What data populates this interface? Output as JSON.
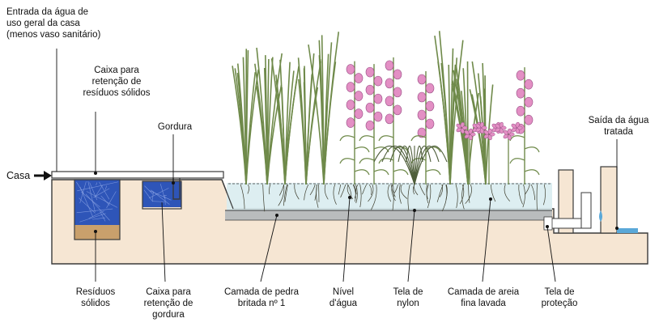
{
  "labels": {
    "entrada": "Entrada da água de\nuso geral da casa\n(menos vaso sanitário)",
    "caixa_solidos": "Caixa para\nretenção de\nresíduos sólidos",
    "gordura": "Gordura",
    "casa": "Casa",
    "saida": "Saída da água\ntratada",
    "residuos": "Resíduos\nsólidos",
    "caixa_gordura": "Caixa para\nretenção de\ngordura",
    "pedra": "Camada de pedra\nbritada nº 1",
    "nivel": "Nível\nd'água",
    "tela_nylon": "Tela de\nnylon",
    "areia": "Camada de areia\nfina lavada",
    "tela_protecao": "Tela de\nproteção"
  },
  "colors": {
    "concrete": "#f6e6d3",
    "outline": "#3a3a3a",
    "box_water": "#2e55b8",
    "sludge": "#c9a06c",
    "water": "#d9ecef",
    "gravel": "#b9bcbd",
    "plant_green": "#6f8a4a",
    "flower_pink": "#e38fc4",
    "outflow": "#5aa8d8"
  },
  "icons": [
    "arrow-right-icon"
  ]
}
